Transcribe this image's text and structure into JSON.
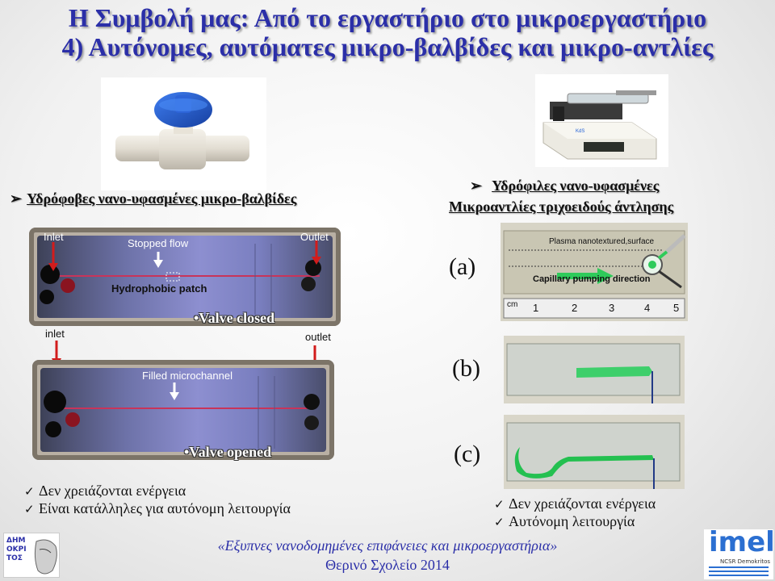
{
  "title": {
    "line1": "Η Συμβολή μας: Από το εργαστήριο στο μικροεργαστήριο",
    "line2": "4) Αυτόνομες, αυτόματες μικρο-βαλβίδες και μικρο-αντλίες"
  },
  "left": {
    "heading": "Υδρόφοβες νανο-υφασμένες μικρο-βαλβίδες",
    "chip_closed": {
      "inlet": "Inlet",
      "outlet": "Outlet",
      "stopped_flow": "Stopped flow",
      "patch": "Hydrophobic patch",
      "tag": "•Valve closed"
    },
    "chip_opened": {
      "inlet": "inlet",
      "outlet": "outlet",
      "channel": "Filled microchannel",
      "tag": "•Valve opened"
    },
    "bullets": [
      "Δεν χρειάζονται ενέργεια",
      "Είναι κατάλληλες για αυτόνομη λειτουργία"
    ]
  },
  "right": {
    "heading_line1": "Υδρόφιλες νανο-υφασμένες",
    "heading_line2": "Μικροαντλίες τριχοειδούς άντλησης",
    "panel_a": {
      "letter": "(a)",
      "surface": "Plasma nanotextured,surface",
      "direction": "Capillary pumping direction",
      "ruler_unit": "cm",
      "ruler_ticks": [
        "1",
        "2",
        "3",
        "4",
        "5"
      ]
    },
    "panel_b": {
      "letter": "(b)"
    },
    "panel_c": {
      "letter": "(c)"
    },
    "bullets": [
      "Δεν χρειάζονται ενέργεια",
      "Αυτόνομη λειτουργία"
    ]
  },
  "footer": {
    "line1": "«Εξυπνες νανοδομημένες επιφάνειες και μικροεργαστήρια»",
    "line2": "Θερινό Σχολείο 2014"
  },
  "logos": {
    "left": "ΔΗΜΟΚΡΙΤΟΣ",
    "right": "imel",
    "right_sub": "NCSR Demokritos"
  },
  "colors": {
    "title": "#2b2fa8",
    "arrow": "#d21c1c",
    "green": "#2ecb5a",
    "valve_blue": "#1f5fd6"
  },
  "icons": {
    "heading_bullet": "arrow-bullet-icon",
    "list_bullet": "check-icon"
  }
}
